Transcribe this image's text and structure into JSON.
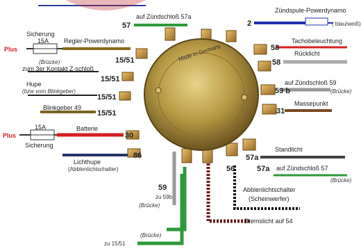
{
  "colors": {
    "green": "#2e9a3a",
    "blue": "#1f2fb0",
    "navy": "#24346b",
    "red": "#d42020",
    "olive": "#8a6a1a",
    "gray": "#999999",
    "darkgray": "#555555",
    "brown": "#7a4a20",
    "black": "#111111",
    "plus_red": "#cc2222"
  },
  "labels": {
    "auf_zuendschloss_57a": "auf Zündschloß 57a",
    "n57_top": "57",
    "zuendspule": "Zündspule-Powerdynamo",
    "n2": "2",
    "blau_weiss": "( blau/weiß)",
    "sicherung_top": "Sicherung",
    "fuse_top": "15A",
    "plus_top": "Plus",
    "regler": "Regler-Powerdynamo",
    "n15_51_a": "15/51",
    "bruecke_a": "(Brücke)",
    "dreier_kontakt": "zum 3er Kontakt Z-schloß",
    "n15_51_b": "15/51",
    "hupe": "Hupe",
    "hupe_sub": "(bzw vom Blinkgeber)",
    "n15_51_c": "15/51",
    "blinkgeber": "Blinkgeber 49",
    "n15_51_d": "15/51",
    "plus_bottom": "Plus",
    "fuse_bottom": "15A",
    "batterie": "Batterie",
    "n30": "30",
    "sicherung_bottom": "Sicherung",
    "lichthupe": "Lichthupe",
    "lichthupe_sub": "(Abblenlichtschalter)",
    "n86": "86",
    "n59": "59",
    "zu_59b": "zu 59b",
    "bruecke_b": "(Brücke)",
    "bruecke_c": "(Brücke)",
    "zu_15_51": "zu 15/51",
    "tachobeleuchtung": "Tachobeleuchtung",
    "n58_a": "58",
    "ruecklicht": "Rücklicht",
    "n58_b": "58",
    "auf_zuendschloss_59": "auf Zündschloß 59",
    "n59b": "59 b",
    "bruecke_d": "(Brücke)",
    "massepunkt": "Massepunkt",
    "n31": "31",
    "standlicht": "Standlicht",
    "n57a_a": "57a",
    "n57a_b": "57a",
    "auf_zuendschloss_57": "auf Zündschloß 57",
    "bruecke_e": "(Brücke)",
    "n56": "56",
    "abblendlichtschalter": "Abblenlichtschalter",
    "scheinwerfer": "(Scheinwerfer)",
    "bremslicht": "Bremslicht auf 54",
    "switch_text": "Made in Germany"
  }
}
